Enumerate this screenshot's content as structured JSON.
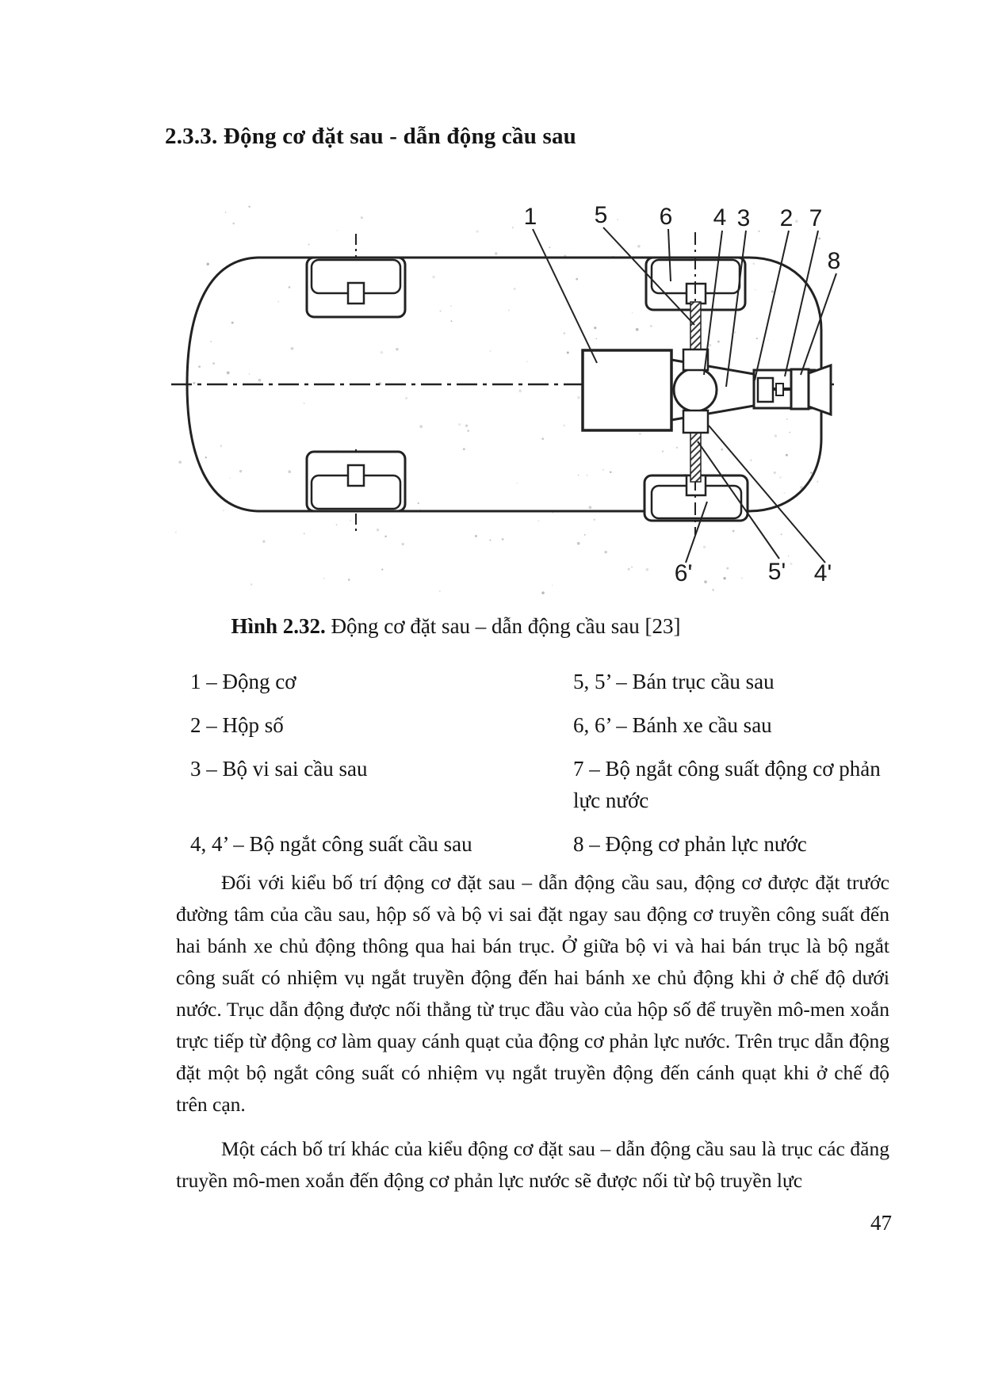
{
  "heading": "2.3.3. Động cơ đặt sau - dẫn động cầu sau",
  "figure": {
    "caption_label": "Hình 2.32.",
    "caption_text": " Động cơ đặt sau – dẫn động cầu sau [23]",
    "labels": [
      "1",
      "5",
      "6",
      "4",
      "3",
      "2",
      "7",
      "8",
      "6'",
      "5'",
      "4'"
    ]
  },
  "legend": {
    "left": [
      "1 – Động cơ",
      "2 – Hộp số",
      "3 – Bộ vi sai cầu sau",
      "4, 4’ – Bộ ngắt công suất cầu sau"
    ],
    "right": [
      "5, 5’ – Bán trục cầu sau",
      "6, 6’ – Bánh xe cầu sau",
      "7 – Bộ ngắt công suất động cơ phản lực nước",
      "8 – Động cơ phản lực nước"
    ]
  },
  "paragraphs": [
    "Đối với kiểu bố trí động cơ đặt sau – dẫn động cầu sau, động cơ được đặt trước đường tâm của cầu sau, hộp số và bộ vi sai đặt ngay sau động cơ truyền công suất đến hai bánh xe chủ động thông qua hai bán trục. Ở giữa bộ vi và hai bán trục là bộ ngắt công suất có nhiệm vụ ngắt truyền động đến hai bánh xe chủ động khi ở chế độ dưới nước. Trục dẫn động được nối thẳng từ trục đầu vào của hộp số để truyền mô-men xoắn trực tiếp từ động cơ làm quay cánh quạt của động cơ phản lực nước. Trên trục dẫn động đặt một bộ ngắt công suất có nhiệm vụ ngắt truyền động đến cánh quạt khi ở chế độ trên cạn.",
    "Một cách bố trí khác của kiểu động cơ đặt sau – dẫn động cầu sau là trục các đăng truyền mô-men xoắn đến động cơ phản lực nước sẽ được nối từ bộ truyền lực"
  ],
  "page_number": "47"
}
